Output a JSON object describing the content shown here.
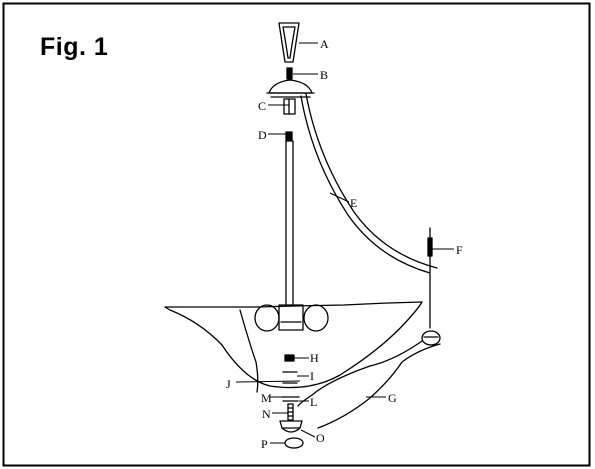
{
  "figure": {
    "title": "Fig. 1",
    "labels": {
      "A": "A",
      "B": "B",
      "C": "C",
      "D": "D",
      "E": "E",
      "F": "F",
      "G": "G",
      "H": "H",
      "I": "I",
      "J": "J",
      "L": "L",
      "M": "M",
      "N": "N",
      "O": "O",
      "P": "P"
    }
  }
}
